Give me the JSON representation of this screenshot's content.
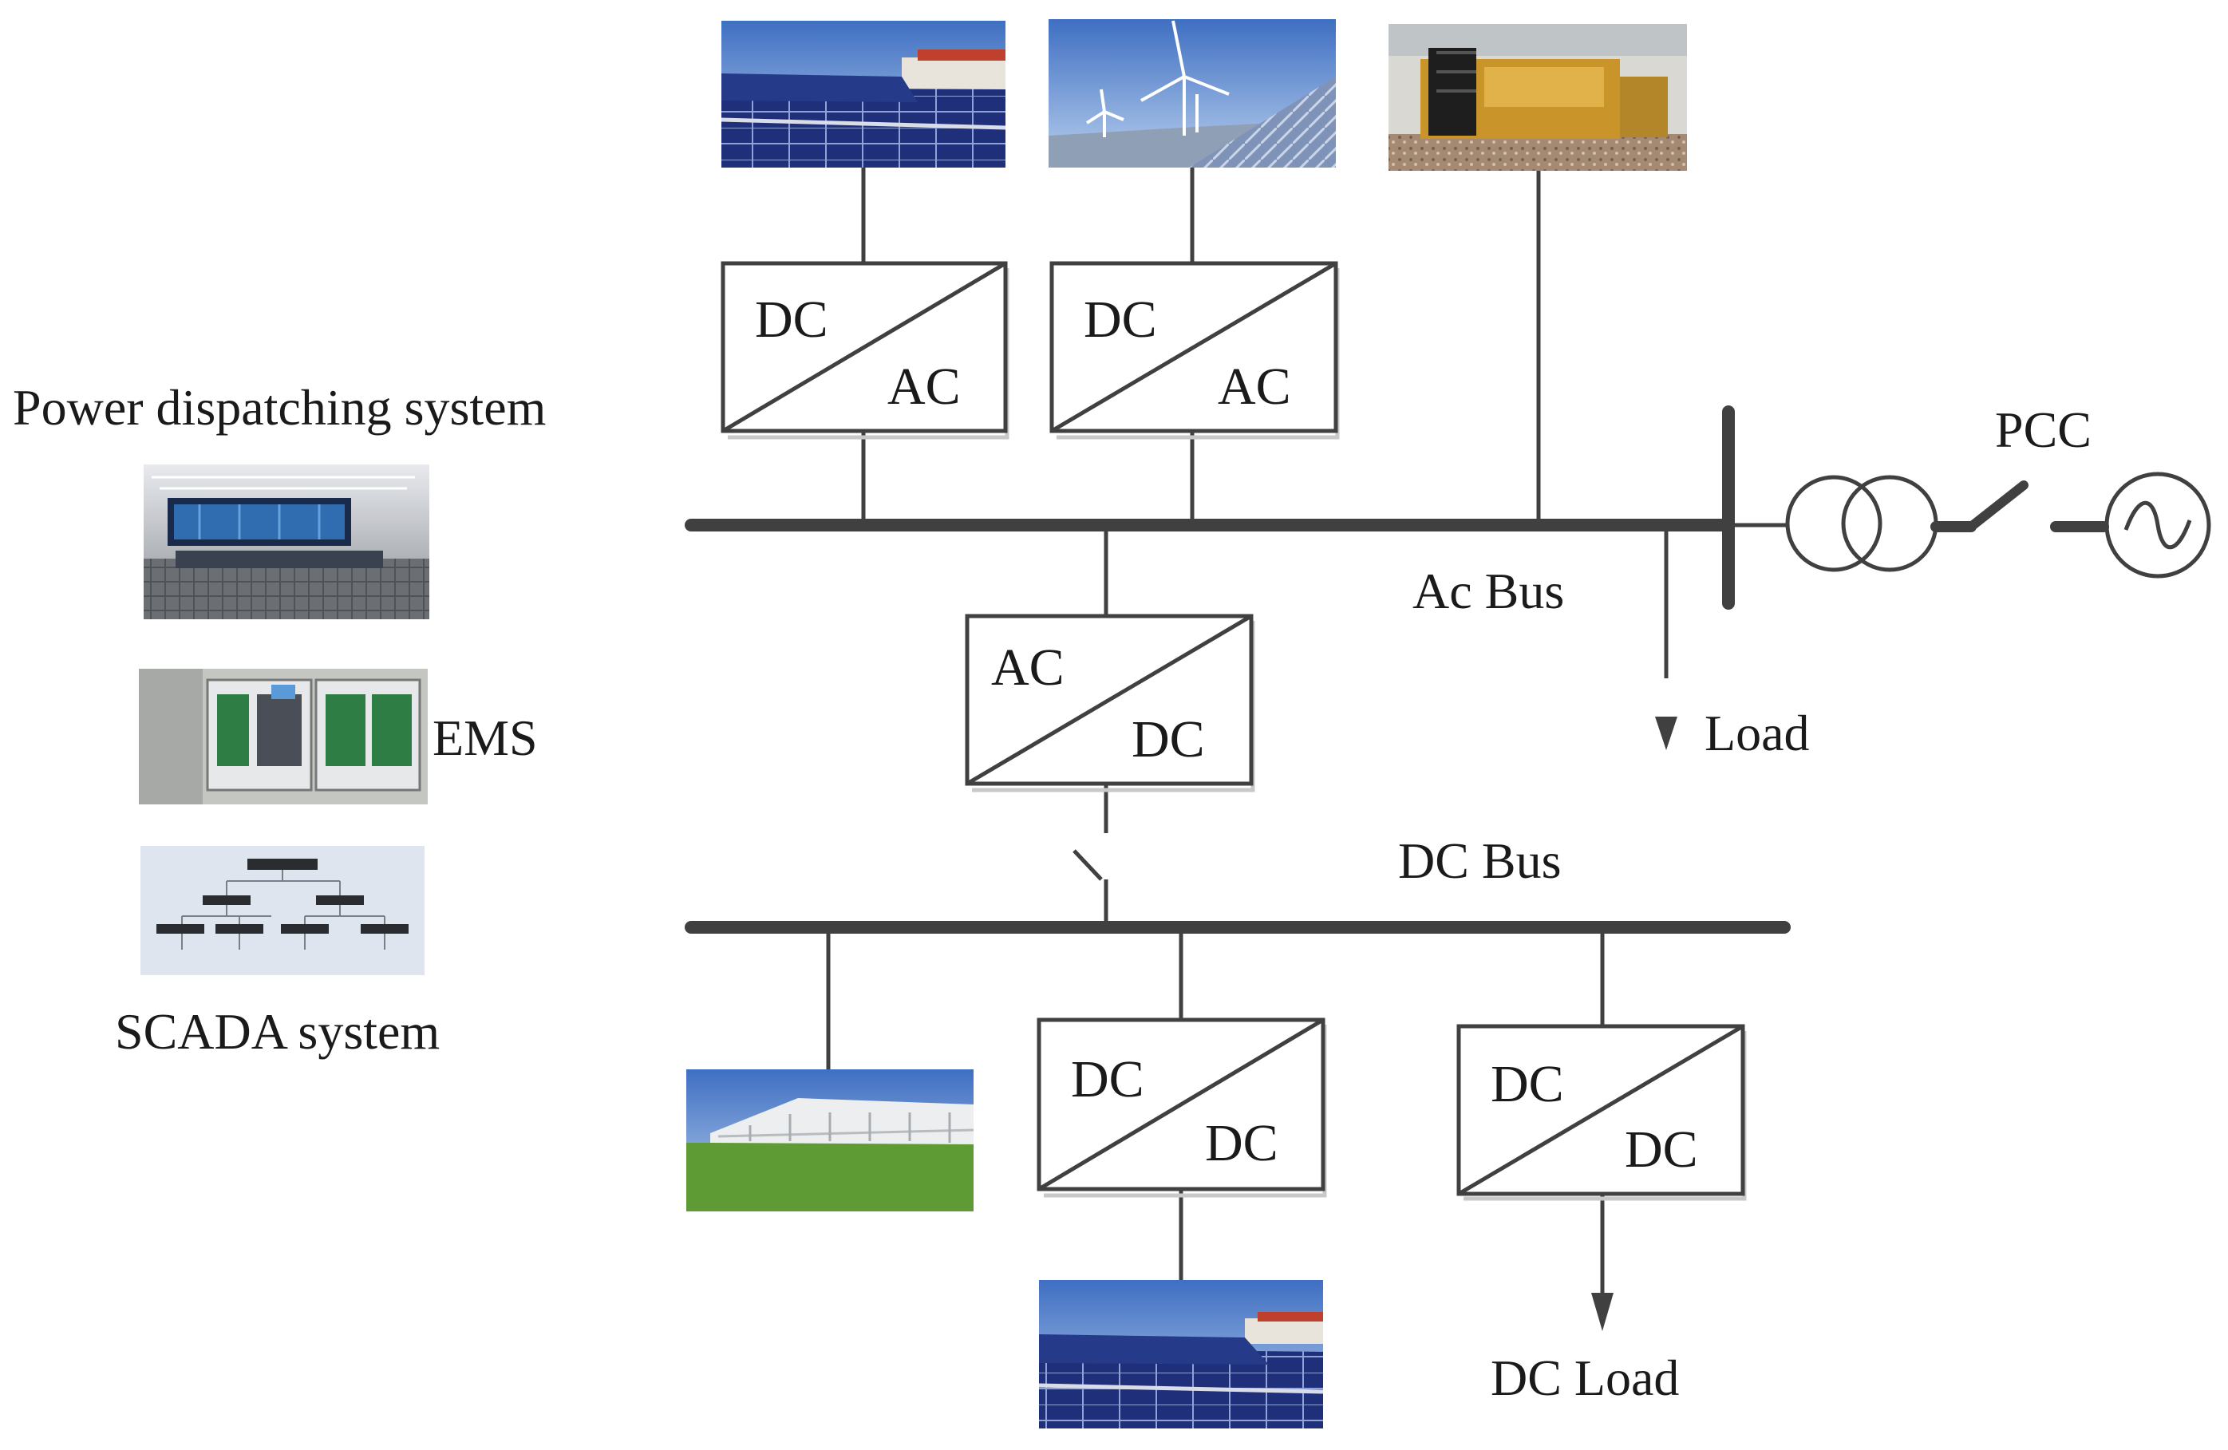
{
  "labels": {
    "power_dispatching": "Power dispatching system",
    "ems": "EMS",
    "scada": "SCADA system",
    "pcc": "PCC",
    "ac_bus": "Ac Bus",
    "load": "Load",
    "dc_bus": "DC Bus",
    "dc_load": "DC Load"
  },
  "converters": [
    {
      "id": "pv-inverter",
      "top": "DC",
      "bottom": "AC"
    },
    {
      "id": "wind-inverter",
      "top": "DC",
      "bottom": "AC"
    },
    {
      "id": "bus-rectifier",
      "top": "AC",
      "bottom": "DC"
    },
    {
      "id": "pv-dc-dc",
      "top": "DC",
      "bottom": "DC"
    },
    {
      "id": "load-dc-dc",
      "top": "DC",
      "bottom": "DC"
    }
  ],
  "photos": [
    {
      "id": "pv-array-top",
      "subject": "solar panel array"
    },
    {
      "id": "wind-turbines",
      "subject": "wind turbines"
    },
    {
      "id": "diesel-generator",
      "subject": "diesel generator"
    },
    {
      "id": "control-room",
      "subject": "control room"
    },
    {
      "id": "ems-cabinet",
      "subject": "EMS cabinets"
    },
    {
      "id": "scada-network",
      "subject": "SCADA network topology"
    },
    {
      "id": "battery-storage",
      "subject": "battery storage containers"
    },
    {
      "id": "pv-array-bottom",
      "subject": "solar panel array"
    }
  ],
  "colors": {
    "line": "#404040",
    "shadow": "#c8c8c8",
    "text": "#1a1a1a",
    "sky": "#5f8fd0",
    "panel": "#1f2f7a",
    "grass": "#5f9b34"
  }
}
